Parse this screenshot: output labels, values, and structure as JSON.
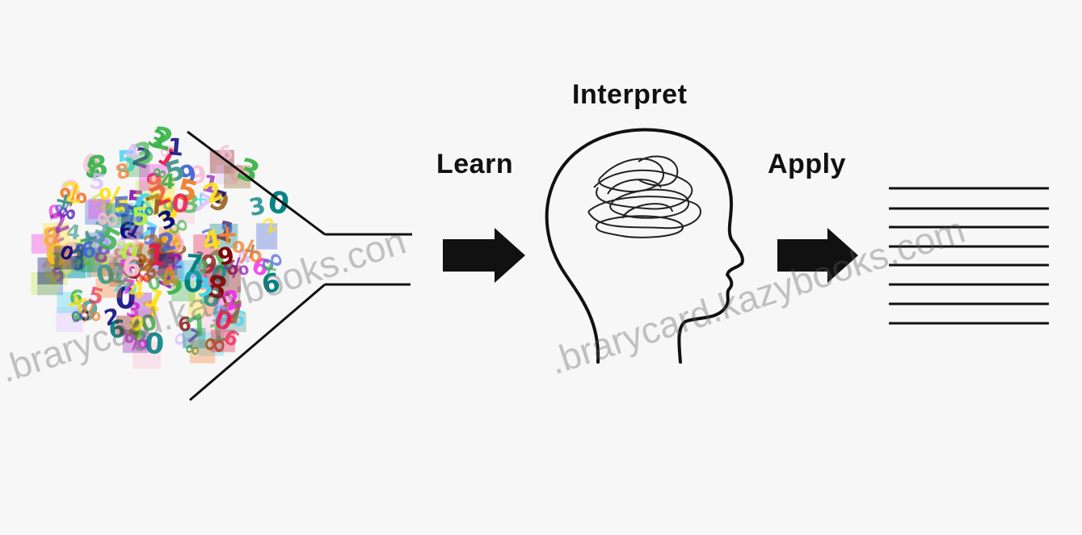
{
  "labels": {
    "interpret": "Interpret",
    "learn": "Learn",
    "apply": "Apply"
  },
  "watermarks": [
    ".brarycard.kazybooks.con",
    ".brarycard.kazybooks.com"
  ],
  "icons": {
    "cloud": "number-cloud-icon",
    "funnel": "funnel-icon",
    "arrow_left": "right-arrow-icon",
    "head": "head-with-tangled-thoughts-icon",
    "arrow_right": "right-arrow-icon",
    "output": "lined-output-icon"
  }
}
